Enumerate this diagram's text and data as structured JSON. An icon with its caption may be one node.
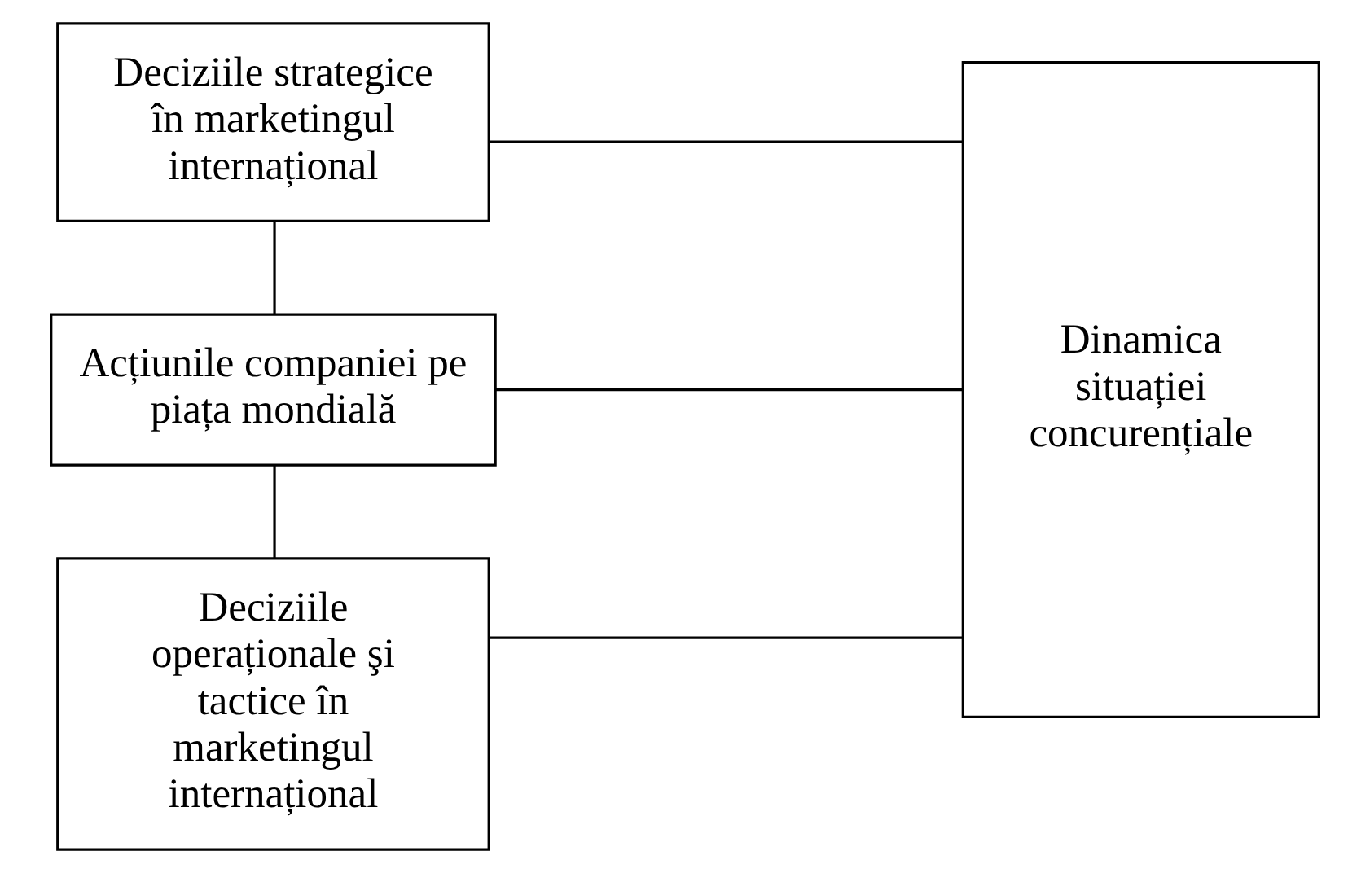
{
  "diagram": {
    "nodes": [
      {
        "text": [
          "Deciziile strategice în marketingul internațional"
        ]
      },
      {
        "text": [
          "Acțiunile companiei pe piața mondială"
        ]
      },
      {
        "text": [
          "Deciziile operaționale şi tactice în marketingul internațional"
        ]
      },
      {
        "text": [
          "Dinamica situației concurențiale"
        ]
      }
    ],
    "edges": [
      {
        "from": 0,
        "to": 3,
        "arrow": "none"
      },
      {
        "from": 1,
        "to": 3,
        "arrow": "none"
      },
      {
        "from": 2,
        "to": 3,
        "arrow": "none"
      },
      {
        "from": 0,
        "to": 1,
        "arrow": "none"
      },
      {
        "from": 1,
        "to": 2,
        "arrow": "none"
      }
    ]
  }
}
